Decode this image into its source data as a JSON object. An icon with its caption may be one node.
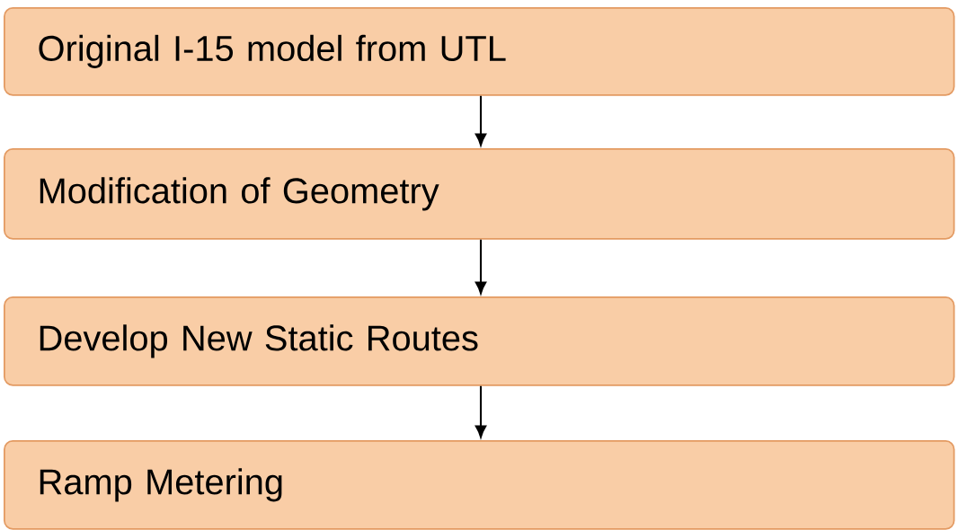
{
  "diagram": {
    "nodes": [
      {
        "text": [
          "Original I-15 model from UTL"
        ]
      },
      {
        "text": [
          "Modification of Geometry"
        ]
      },
      {
        "text": [
          "Develop New Static Routes"
        ]
      },
      {
        "text": [
          "Ramp Metering"
        ]
      }
    ],
    "edges": [
      {
        "from": 0,
        "to": 1,
        "arrow": "to"
      },
      {
        "from": 1,
        "to": 2,
        "arrow": "to"
      },
      {
        "from": 2,
        "to": 3,
        "arrow": "to"
      }
    ]
  }
}
